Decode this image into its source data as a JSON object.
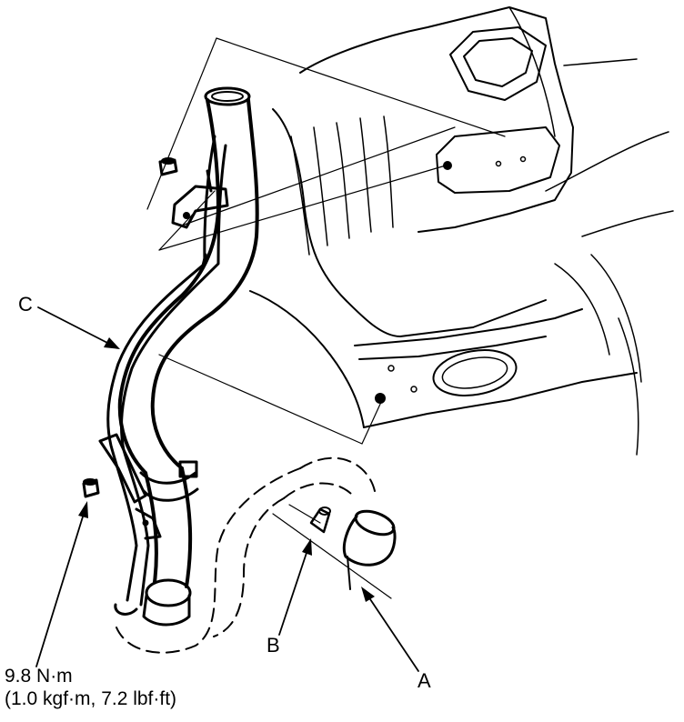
{
  "callouts": {
    "a": "A",
    "b": "B",
    "c": "C"
  },
  "torque": {
    "line1": "9.8 N·m",
    "line2": "(1.0 kgf·m, 7.2 lbf·ft)"
  },
  "colors": {
    "line": "#000000",
    "background": "#ffffff"
  }
}
